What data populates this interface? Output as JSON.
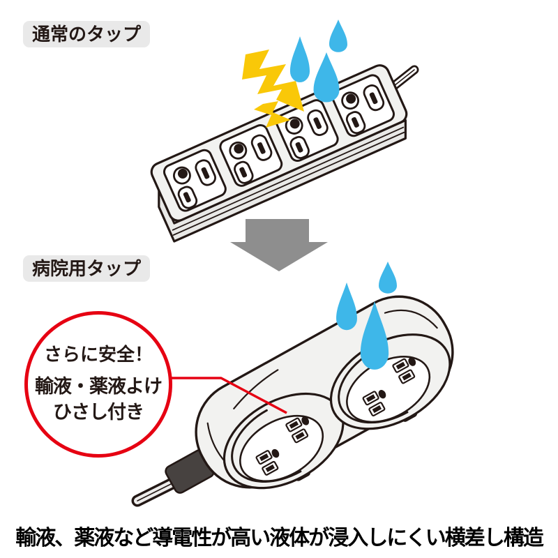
{
  "labels": {
    "normal_tap": "通常のタップ",
    "hospital_tap": "病院用タップ"
  },
  "callout": {
    "lines": [
      "さらに安全！",
      "輸液・薬液よけ",
      "ひさし付き"
    ]
  },
  "caption": "輸液、薬液など導電性が高い液体が浸入しにくい横差し構造",
  "icons": {
    "water_drop_icon": "teardrop",
    "lightning_bolt_icon": "zigzag-bolt",
    "down_arrow_icon": "solid-block-arrow-down",
    "outlet_socket_icon": "3-hole AC outlet plate",
    "hooded_outlet_module_icon": "oval side-insert outlet with visor hood",
    "callout_leader_line": "red pointer line"
  },
  "colors": {
    "outline": "#231815",
    "body": "#f2f2f0",
    "body_shade": "#e9e9e7",
    "drop_blue": "#3eb7e9",
    "lightning_yellow": "#f9c808",
    "arrow_gray": "#8e8e8e",
    "label_bg": "#e9e9e9",
    "callout_red": "#e60012",
    "cord_dark": "#474240",
    "text_black": "#231815"
  }
}
